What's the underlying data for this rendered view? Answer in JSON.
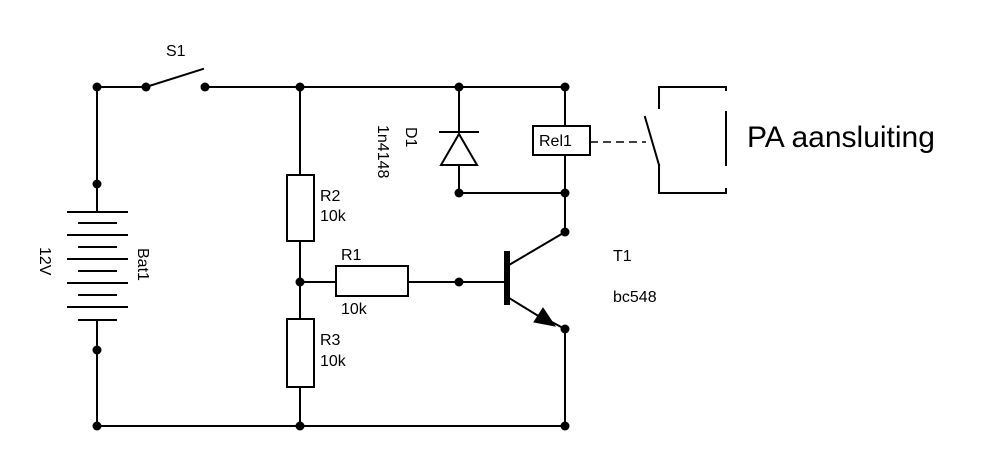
{
  "components": {
    "switch": {
      "name": "S1"
    },
    "battery": {
      "name": "Bat1",
      "value": "12V"
    },
    "r1": {
      "name": "R1",
      "value": "10k"
    },
    "r2": {
      "name": "R2",
      "value": "10k"
    },
    "r3": {
      "name": "R3",
      "value": "10k"
    },
    "diode": {
      "name": "D1",
      "part": "1n4148"
    },
    "relay": {
      "name": "Rel1"
    },
    "transistor": {
      "name": "T1",
      "part": "bc548"
    }
  },
  "output_label": "PA aansluiting"
}
